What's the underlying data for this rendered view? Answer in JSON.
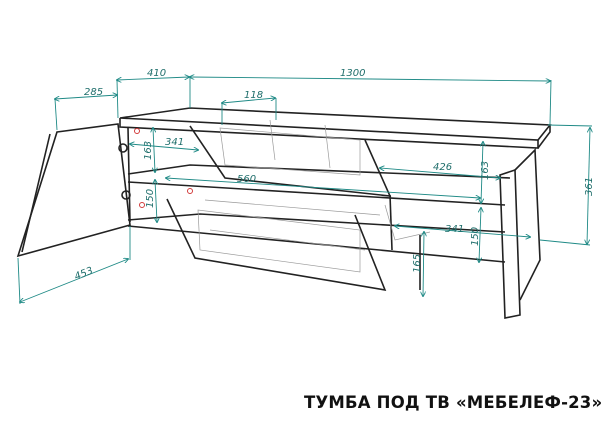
{
  "title": "ТУМБА ПОД ТВ «МЕБЕЛЕФ-23»",
  "dimensions": {
    "depth": "410",
    "width": "1300",
    "door_width": "285",
    "drawer_depth": "118",
    "left_shelf_depth": "341",
    "left_upper_height": "163",
    "middle_width": "560",
    "left_lower_height": "150",
    "door_height": "453",
    "right_shelf_width": "426",
    "right_upper_height": "163",
    "total_height": "361",
    "right_shelf_depth": "341",
    "right_lower_height": "150",
    "leg_height": "165"
  },
  "colors": {
    "dimension": "#1f8a86",
    "edges": "#222222",
    "fittings": "#d23b3b"
  }
}
